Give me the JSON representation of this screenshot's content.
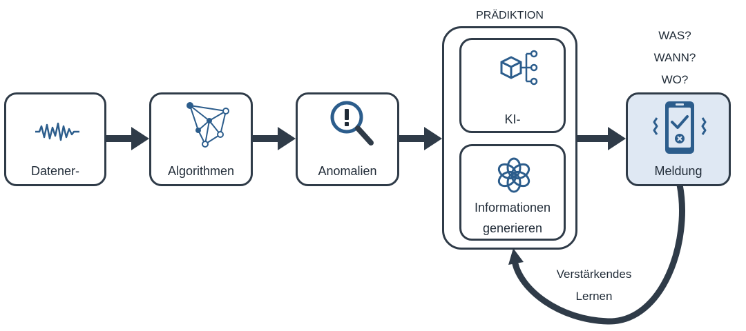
{
  "steps": {
    "data": {
      "label": "Datener-",
      "icon": "waveform-icon"
    },
    "algorithms": {
      "label": "Algorithmen",
      "icon": "network-graph-icon"
    },
    "anomalies": {
      "label": "Anomalien",
      "icon": "magnifier-alert-icon"
    },
    "prediction": {
      "title": "PRÄDIKTION",
      "ai": {
        "label": "KI-",
        "icon": "cube-network-icon"
      },
      "info": {
        "label_line1": "Informationen",
        "label_line2": "generieren",
        "icon": "openai-logo-icon"
      }
    },
    "alert": {
      "label": "Meldung",
      "icon": "smartphone-alert-icon",
      "questions": [
        "WAS?",
        "WANN?",
        "WO?"
      ]
    }
  },
  "feedback": {
    "label_line1": "Verstärkendes",
    "label_line2": "Lernen"
  },
  "colors": {
    "stroke": "#2f3b48",
    "icon_blue": "#2c5d8c",
    "alert_bg": "#dfe8f3"
  }
}
